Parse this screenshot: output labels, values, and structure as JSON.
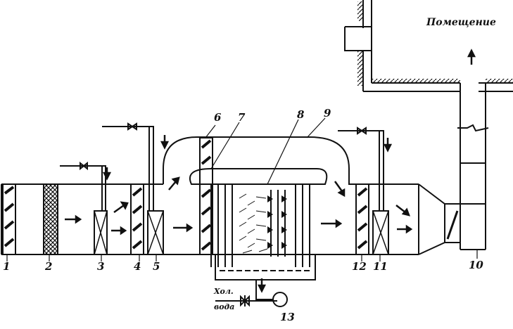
{
  "room_label": "Помещение",
  "water_label_line1": "Хол.",
  "water_label_line2": "вода",
  "labels": {
    "n1": "1",
    "n2": "2",
    "n3": "3",
    "n4": "4",
    "n5": "5",
    "n6": "6",
    "n7": "7",
    "n8": "8",
    "n9": "9",
    "n10": "10",
    "n11": "11",
    "n12": "12",
    "n13": "13"
  },
  "line_color": "#111111"
}
